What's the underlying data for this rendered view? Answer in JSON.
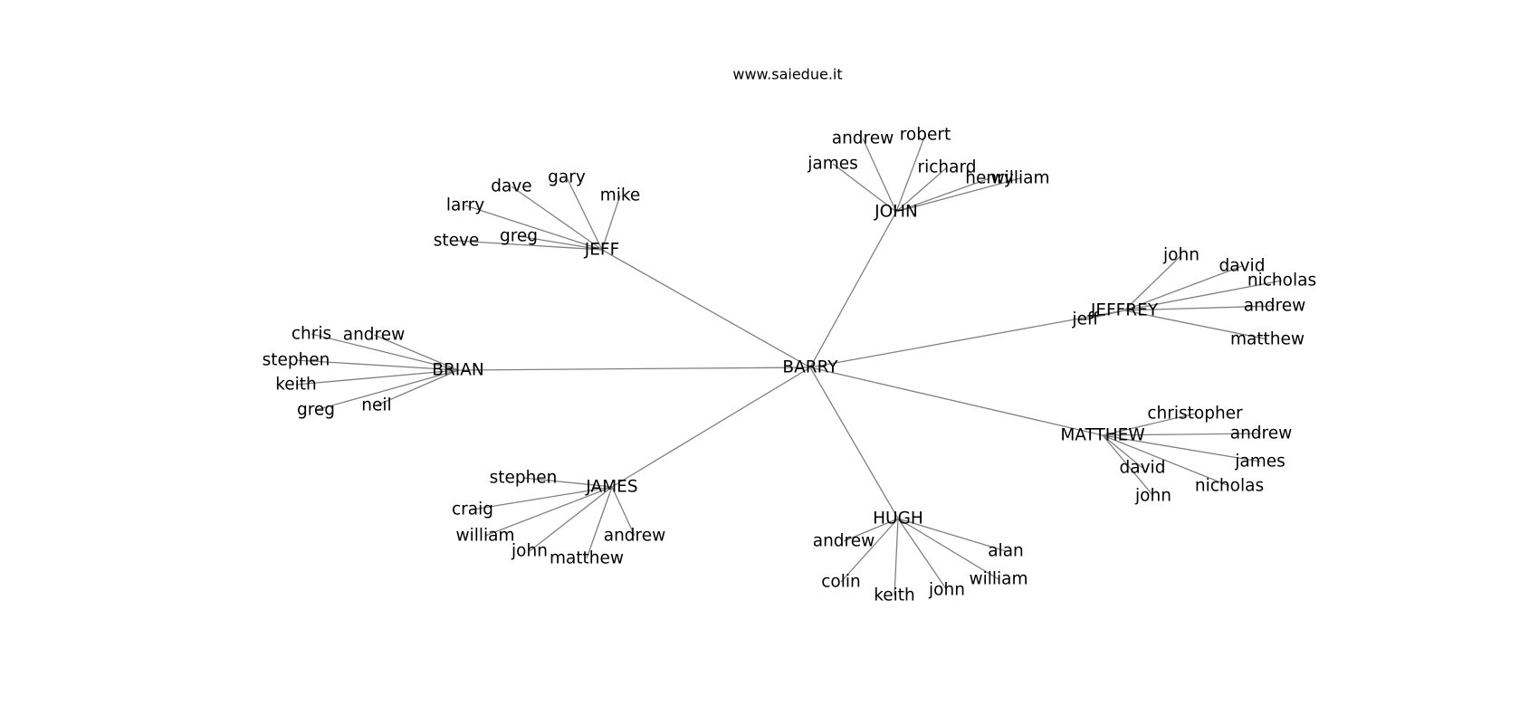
{
  "watermark": "www.saiedue.it",
  "graph": {
    "root": "BARRY",
    "hubs": [
      {
        "name": "JOHN",
        "children": [
          "james",
          "andrew",
          "robert",
          "richard",
          "henry",
          "william"
        ]
      },
      {
        "name": "JEFF",
        "children": [
          "larry",
          "dave",
          "gary",
          "mike",
          "greg",
          "steve"
        ]
      },
      {
        "name": "JEFFREY",
        "children": [
          "john",
          "david",
          "nicholas",
          "andrew",
          "matthew",
          "jeff"
        ]
      },
      {
        "name": "BRIAN",
        "children": [
          "chris",
          "andrew",
          "stephen",
          "keith",
          "greg",
          "neil"
        ]
      },
      {
        "name": "MATTHEW",
        "children": [
          "christopher",
          "andrew",
          "james",
          "nicholas",
          "david",
          "john"
        ]
      },
      {
        "name": "JAMES",
        "children": [
          "stephen",
          "craig",
          "william",
          "john",
          "matthew",
          "andrew"
        ]
      },
      {
        "name": "HUGH",
        "children": [
          "andrew",
          "colin",
          "keith",
          "john",
          "william",
          "alan"
        ]
      }
    ]
  }
}
